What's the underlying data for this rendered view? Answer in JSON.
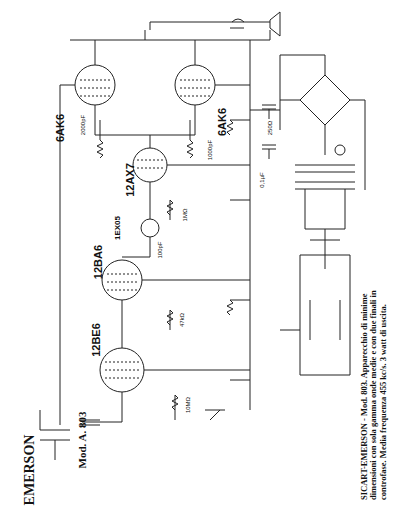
{
  "diagram": {
    "caption": "SICART-EMERSON - Mod. 803. Apparecchio di minime dimensioni con sola gamma onde medie e con due finali in controfase. Media frequenza 455 kc/s. 3 watt di uscita.",
    "labels": [
      "6AK6",
      "6AK6",
      "12AX7",
      "1EX05",
      "12BA6",
      "12BE6",
      "EMERSON",
      "Mod. A. 803",
      "2000pF",
      "1000pF",
      "100pF",
      "250Ω",
      "47kΩ",
      "1MΩ",
      "10MΩ",
      "0,1µF"
    ]
  }
}
